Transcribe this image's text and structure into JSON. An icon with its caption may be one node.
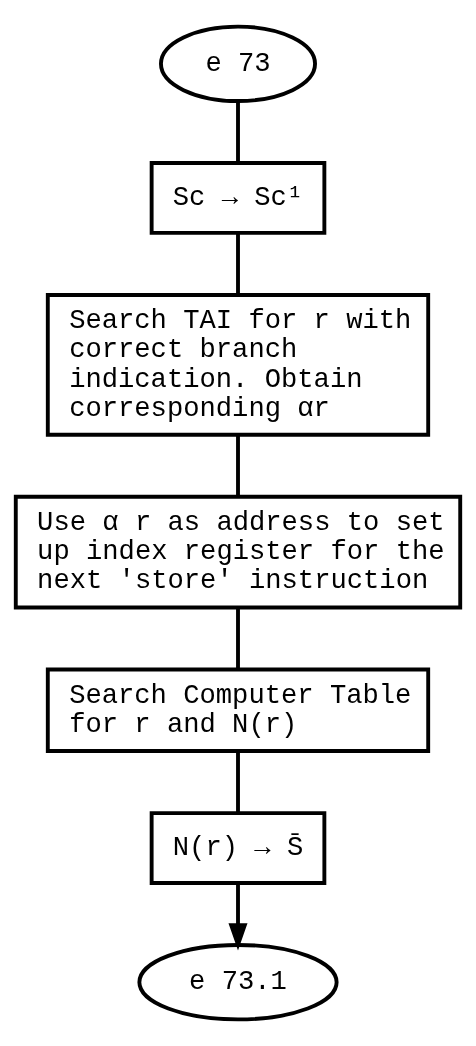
{
  "diagram": {
    "nodes": [
      {
        "text": [
          "e 73"
        ]
      },
      {
        "text": [
          "Sc → Sc¹"
        ]
      },
      {
        "text": [
          "Search TAI for r with correct branch indication. Obtain corresponding αr"
        ]
      },
      {
        "text": [
          "Use α r as address to set up index register for the next 'store' instruction"
        ]
      },
      {
        "text": [
          "Search Computer Table for r and N(r)"
        ]
      },
      {
        "text": [
          "N(r) → S̄"
        ]
      },
      {
        "text": [
          "e 73.1"
        ]
      }
    ],
    "edges": [
      {
        "from": 0,
        "to": 1,
        "arrow": "none"
      },
      {
        "from": 1,
        "to": 2,
        "arrow": "none"
      },
      {
        "from": 2,
        "to": 3,
        "arrow": "none"
      },
      {
        "from": 3,
        "to": 4,
        "arrow": "none"
      },
      {
        "from": 4,
        "to": 5,
        "arrow": "none"
      },
      {
        "from": 5,
        "to": 6,
        "arrow": "to"
      }
    ]
  }
}
